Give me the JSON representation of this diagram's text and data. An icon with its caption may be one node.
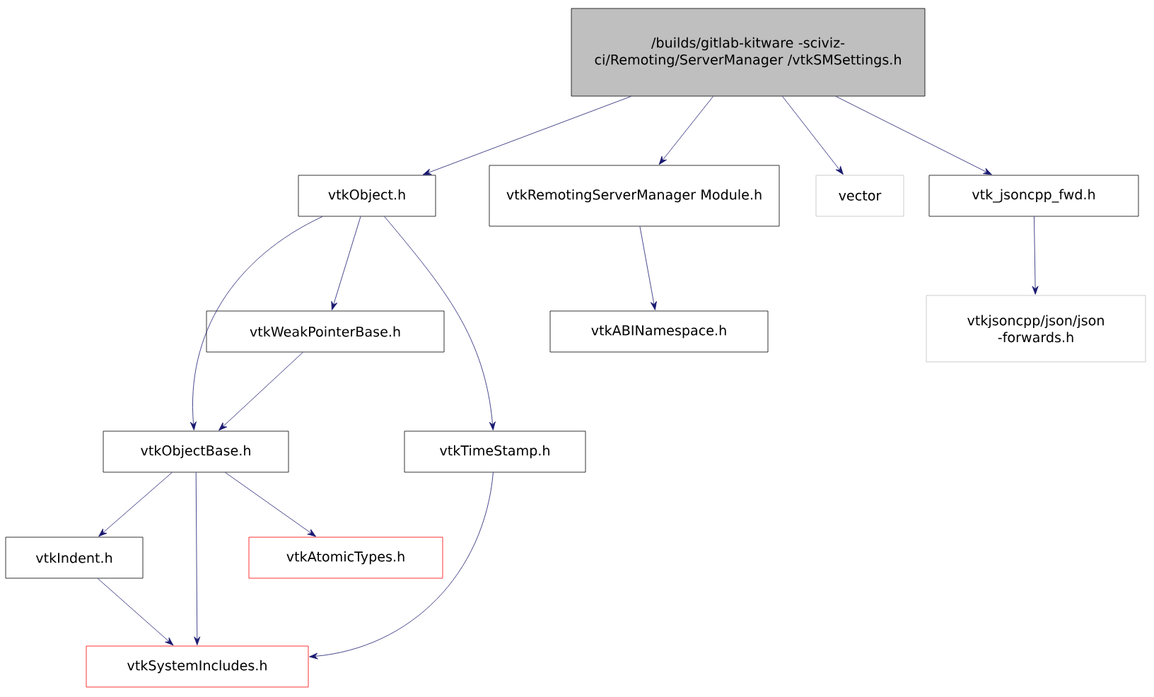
{
  "diagram": {
    "nodes": [
      {
        "text": [
          "/builds/gitlab-kitware -sciviz-ci/Remoting/ServerManager /vtkSMSettings.h"
        ]
      },
      {
        "text": [
          "vtkObject.h"
        ]
      },
      {
        "text": [
          "vtkRemotingServerManager Module.h"
        ]
      },
      {
        "text": [
          "vector"
        ]
      },
      {
        "text": [
          "vtk_jsoncpp_fwd.h"
        ]
      },
      {
        "text": [
          "vtkWeakPointerBase.h"
        ]
      },
      {
        "text": [
          "vtkABINamespace.h"
        ]
      },
      {
        "text": [
          "vtkjsoncpp/json/json -forwards.h"
        ]
      },
      {
        "text": [
          "vtkObjectBase.h"
        ]
      },
      {
        "text": [
          "vtkTimeStamp.h"
        ]
      },
      {
        "text": [
          "vtkIndent.h"
        ]
      },
      {
        "text": [
          "vtkAtomicTypes.h"
        ]
      },
      {
        "text": [
          "vtkSystemIncludes.h"
        ]
      }
    ],
    "edges": [
      {
        "from": 0,
        "to": 1,
        "arrow": "to"
      },
      {
        "from": 0,
        "to": 2,
        "arrow": "to"
      },
      {
        "from": 0,
        "to": 3,
        "arrow": "to"
      },
      {
        "from": 0,
        "to": 4,
        "arrow": "to"
      },
      {
        "from": 1,
        "to": 8,
        "arrow": "to"
      },
      {
        "from": 1,
        "to": 5,
        "arrow": "to"
      },
      {
        "from": 1,
        "to": 9,
        "arrow": "to"
      },
      {
        "from": 2,
        "to": 6,
        "arrow": "to"
      },
      {
        "from": 4,
        "to": 7,
        "arrow": "to"
      },
      {
        "from": 5,
        "to": 8,
        "arrow": "to"
      },
      {
        "from": 8,
        "to": 10,
        "arrow": "to"
      },
      {
        "from": 8,
        "to": 12,
        "arrow": "to"
      },
      {
        "from": 8,
        "to": 11,
        "arrow": "to"
      },
      {
        "from": 9,
        "to": 12,
        "arrow": "to"
      },
      {
        "from": 10,
        "to": 12,
        "arrow": "to"
      }
    ]
  }
}
